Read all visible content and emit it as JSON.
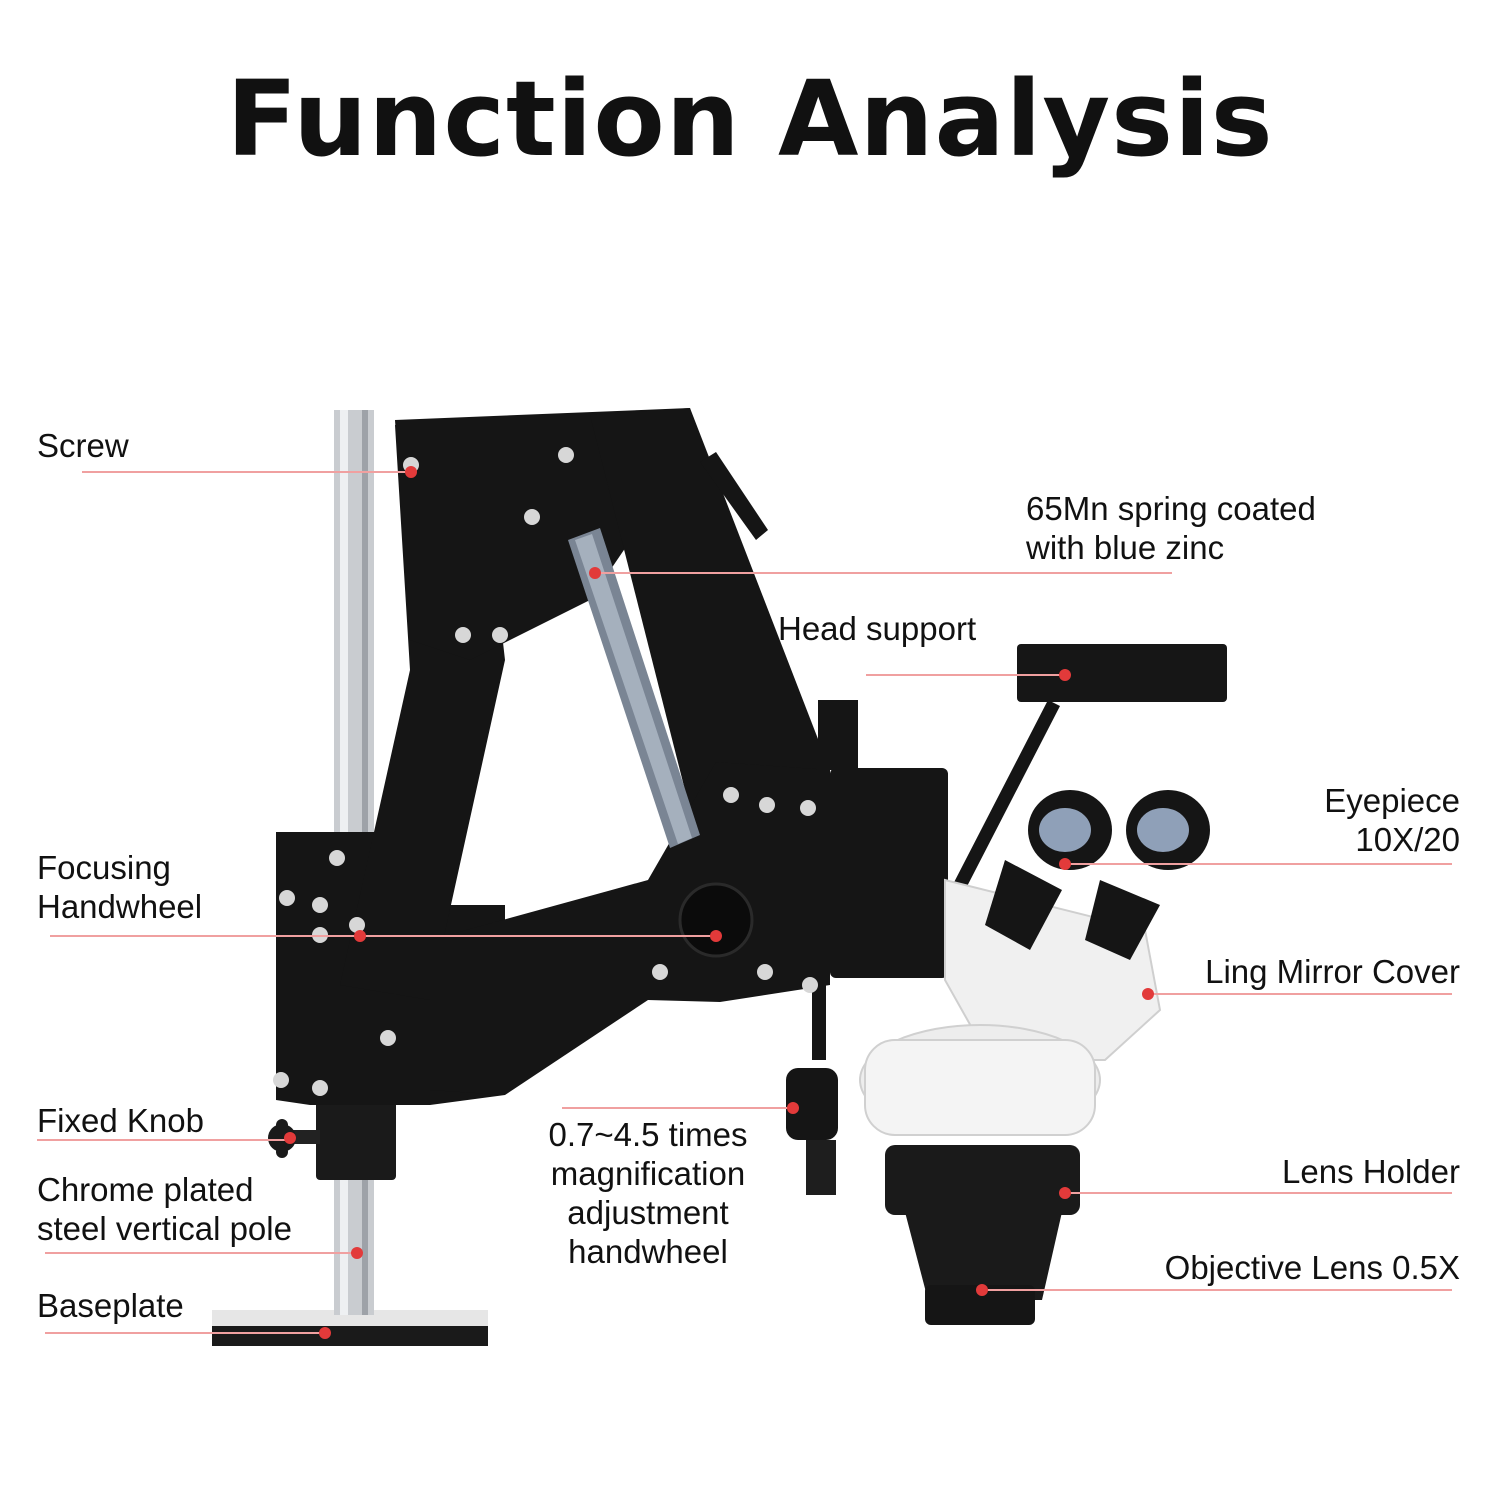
{
  "title": "Function Analysis",
  "colors": {
    "leader": "#e23a3a",
    "arm": "#151515",
    "pole": "#c9ccd0",
    "body_white": "#f1f1f1",
    "text": "#111111"
  },
  "labels": {
    "screw": "Screw",
    "spring": [
      "65Mn spring coated",
      "with blue zinc"
    ],
    "head_support": "Head support",
    "eyepiece": [
      "Eyepiece",
      "10X/20"
    ],
    "focusing": [
      "Focusing",
      "Handwheel"
    ],
    "ling_mirror": "Ling Mirror Cover",
    "fixed_knob": "Fixed Knob",
    "magnification": [
      "0.7~4.5 times",
      "magnification",
      "adjustment",
      "handwheel"
    ],
    "lens_holder": "Lens Holder",
    "pole": [
      "Chrome plated",
      "steel vertical pole"
    ],
    "objective": "Objective Lens 0.5X",
    "baseplate": "Baseplate"
  }
}
